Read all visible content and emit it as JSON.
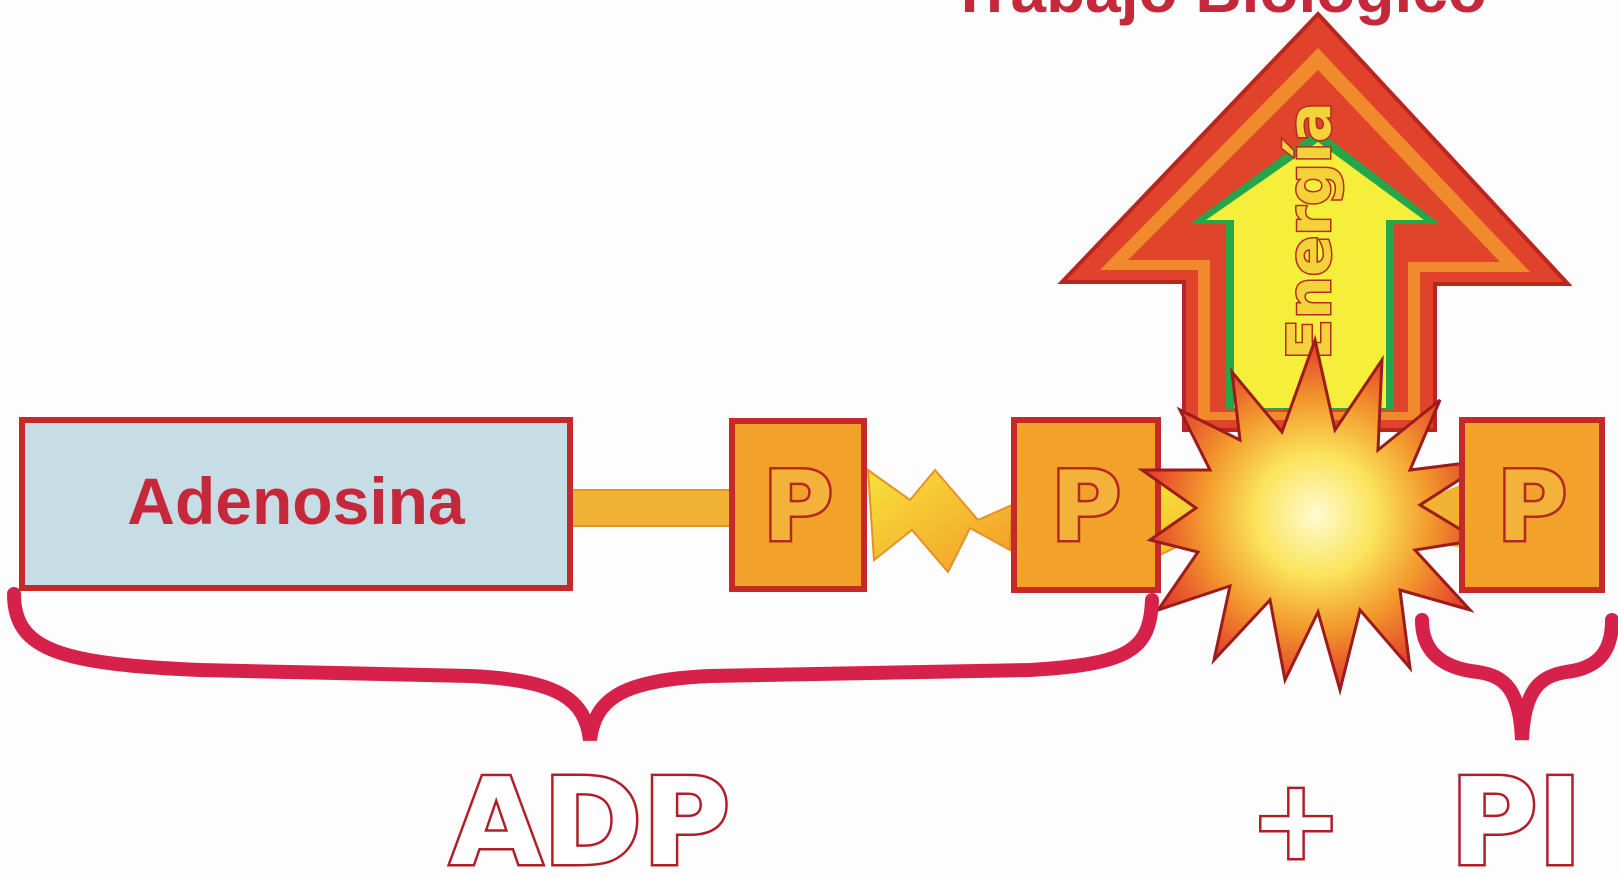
{
  "diagram": {
    "title": "Trabajo Biológico",
    "adenosina": "Adenosina",
    "phosphate_1": "P",
    "phosphate_2": "P",
    "phosphate_3": "P",
    "energia": "Energía",
    "adp": "ADP",
    "plus": "+",
    "pi": "PI"
  },
  "colors": {
    "adenosina_box_fill": "#c7dde6",
    "box_border": "#c42a2a",
    "phosphate_fill": "#f2a12b",
    "bond": "#f2b233",
    "arrow_outer": "#e0402a",
    "arrow_orange": "#f38a2a",
    "arrow_green": "#22a34a",
    "arrow_inner": "#f5ef3a",
    "brace": "#d6224a",
    "text_red": "#c5283b"
  }
}
